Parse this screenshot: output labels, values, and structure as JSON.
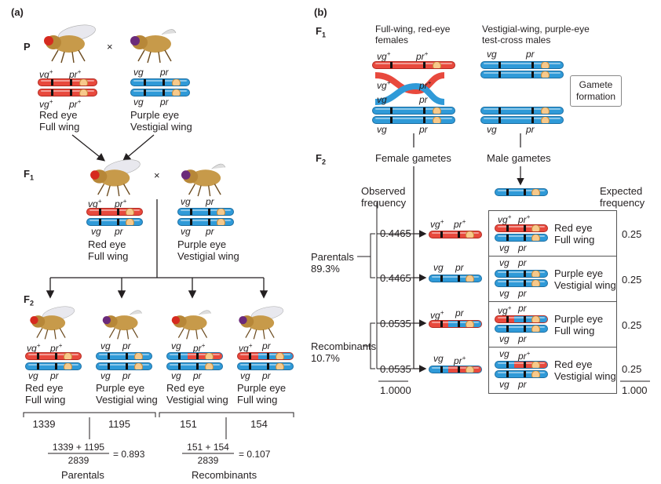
{
  "panel_a": {
    "label": "(a)",
    "p_label": "P",
    "f1_label": "F1",
    "f2_label": "F2",
    "cross": "×",
    "p_female": {
      "top_genes": [
        "vg+",
        "pr+"
      ],
      "bottom_genes": [
        "vg+",
        "pr+"
      ],
      "line1": "Red eye",
      "line2": "Full wing"
    },
    "p_male": {
      "top_genes": [
        "vg",
        "pr"
      ],
      "bottom_genes": [
        "vg",
        "pr"
      ],
      "line1": "Purple eye",
      "line2": "Vestigial wing"
    },
    "f1_female": {
      "top_genes": [
        "vg+",
        "pr+"
      ],
      "bottom_genes": [
        "vg",
        "pr"
      ],
      "line1": "Red eye",
      "line2": "Full wing"
    },
    "f1_male": {
      "top_genes": [
        "vg",
        "pr"
      ],
      "bottom_genes": [
        "vg",
        "pr"
      ],
      "line1": "Purple eye",
      "line2": "Vestigial wing"
    },
    "f2": [
      {
        "top_genes": [
          "vg+",
          "pr+"
        ],
        "bottom_genes": [
          "vg",
          "pr"
        ],
        "line1": "Red eye",
        "line2": "Full wing",
        "count": "1339"
      },
      {
        "top_genes": [
          "vg",
          "pr"
        ],
        "bottom_genes": [
          "vg",
          "pr"
        ],
        "line1": "Purple eye",
        "line2": "Vestigial wing",
        "count": "1195"
      },
      {
        "top_genes": [
          "vg",
          "pr+"
        ],
        "bottom_genes": [
          "vg",
          "pr"
        ],
        "line1": "Red eye",
        "line2": "Vestigial wing",
        "count": "151"
      },
      {
        "top_genes": [
          "vg+",
          "pr"
        ],
        "bottom_genes": [
          "vg",
          "pr"
        ],
        "line1": "Purple eye",
        "line2": "Full wing",
        "count": "154"
      }
    ],
    "parentals_formula_num": "1339 + 1195",
    "parentals_formula_den": "2839",
    "parentals_result": "= 0.893",
    "parentals_label": "Parentals",
    "recomb_formula_num": "151 + 154",
    "recomb_formula_den": "2839",
    "recomb_result": "= 0.107",
    "recomb_label": "Recombinants"
  },
  "panel_b": {
    "label": "(b)",
    "f1_label": "F1",
    "f2_label": "F2",
    "female_title_1": "Full-wing, red-eye",
    "female_title_2": "females",
    "male_title_1": "Vestigial-wing, purple-eye",
    "male_title_2": "test-cross males",
    "female_genes_top": [
      "vg+",
      "pr+"
    ],
    "female_genes_mid": [
      "vg+",
      "pr+"
    ],
    "female_genes_low": [
      "vg",
      "pr"
    ],
    "female_genes_bottom": [
      "vg",
      "pr"
    ],
    "male_genes_top": [
      "vg",
      "pr"
    ],
    "male_genes_bottom": [
      "vg",
      "pr"
    ],
    "gamete_formation_1": "Gamete",
    "gamete_formation_2": "formation",
    "female_gametes": "Female gametes",
    "male_gametes": "Male gametes",
    "observed_1": "Observed",
    "observed_2": "frequency",
    "expected_1": "Expected",
    "expected_2": "frequency",
    "parentals_1": "Parentals",
    "parentals_2": "89.3%",
    "recomb_1": "Recombinants",
    "recomb_2": "10.7%",
    "rows": [
      {
        "observed": "0.4465",
        "gamete_genes": [
          "vg+",
          "pr+"
        ],
        "top_genes": [
          "vg+",
          "pr+"
        ],
        "bottom_genes": [
          "vg",
          "pr"
        ],
        "line1": "Red eye",
        "line2": "Full wing",
        "expected": "0.25"
      },
      {
        "observed": "0.4465",
        "gamete_genes": [
          "vg",
          "pr"
        ],
        "top_genes": [
          "vg",
          "pr"
        ],
        "bottom_genes": [
          "vg",
          "pr"
        ],
        "line1": "Purple eye",
        "line2": "Vestigial wing",
        "expected": "0.25"
      },
      {
        "observed": "0.0535",
        "gamete_genes": [
          "vg+",
          "pr"
        ],
        "top_genes": [
          "vg+",
          "pr"
        ],
        "bottom_genes": [
          "vg",
          "pr"
        ],
        "line1": "Purple eye",
        "line2": "Full wing",
        "expected": "0.25"
      },
      {
        "observed": "0.0535",
        "gamete_genes": [
          "vg",
          "pr+"
        ],
        "top_genes": [
          "vg",
          "pr+"
        ],
        "bottom_genes": [
          "vg",
          "pr"
        ],
        "line1": "Red eye",
        "line2": "Vestigial wing",
        "expected": "0.25"
      }
    ],
    "observed_total": "1.0000",
    "expected_total": "1.000"
  },
  "colors": {
    "red_chromosome": "#e8493d",
    "blue_chromosome": "#2f9ad8",
    "centromere": "#f7c98b",
    "fly_body": "#c79a4a",
    "red_eye": "#d62a1f",
    "purple_eye": "#6b2a7a"
  }
}
